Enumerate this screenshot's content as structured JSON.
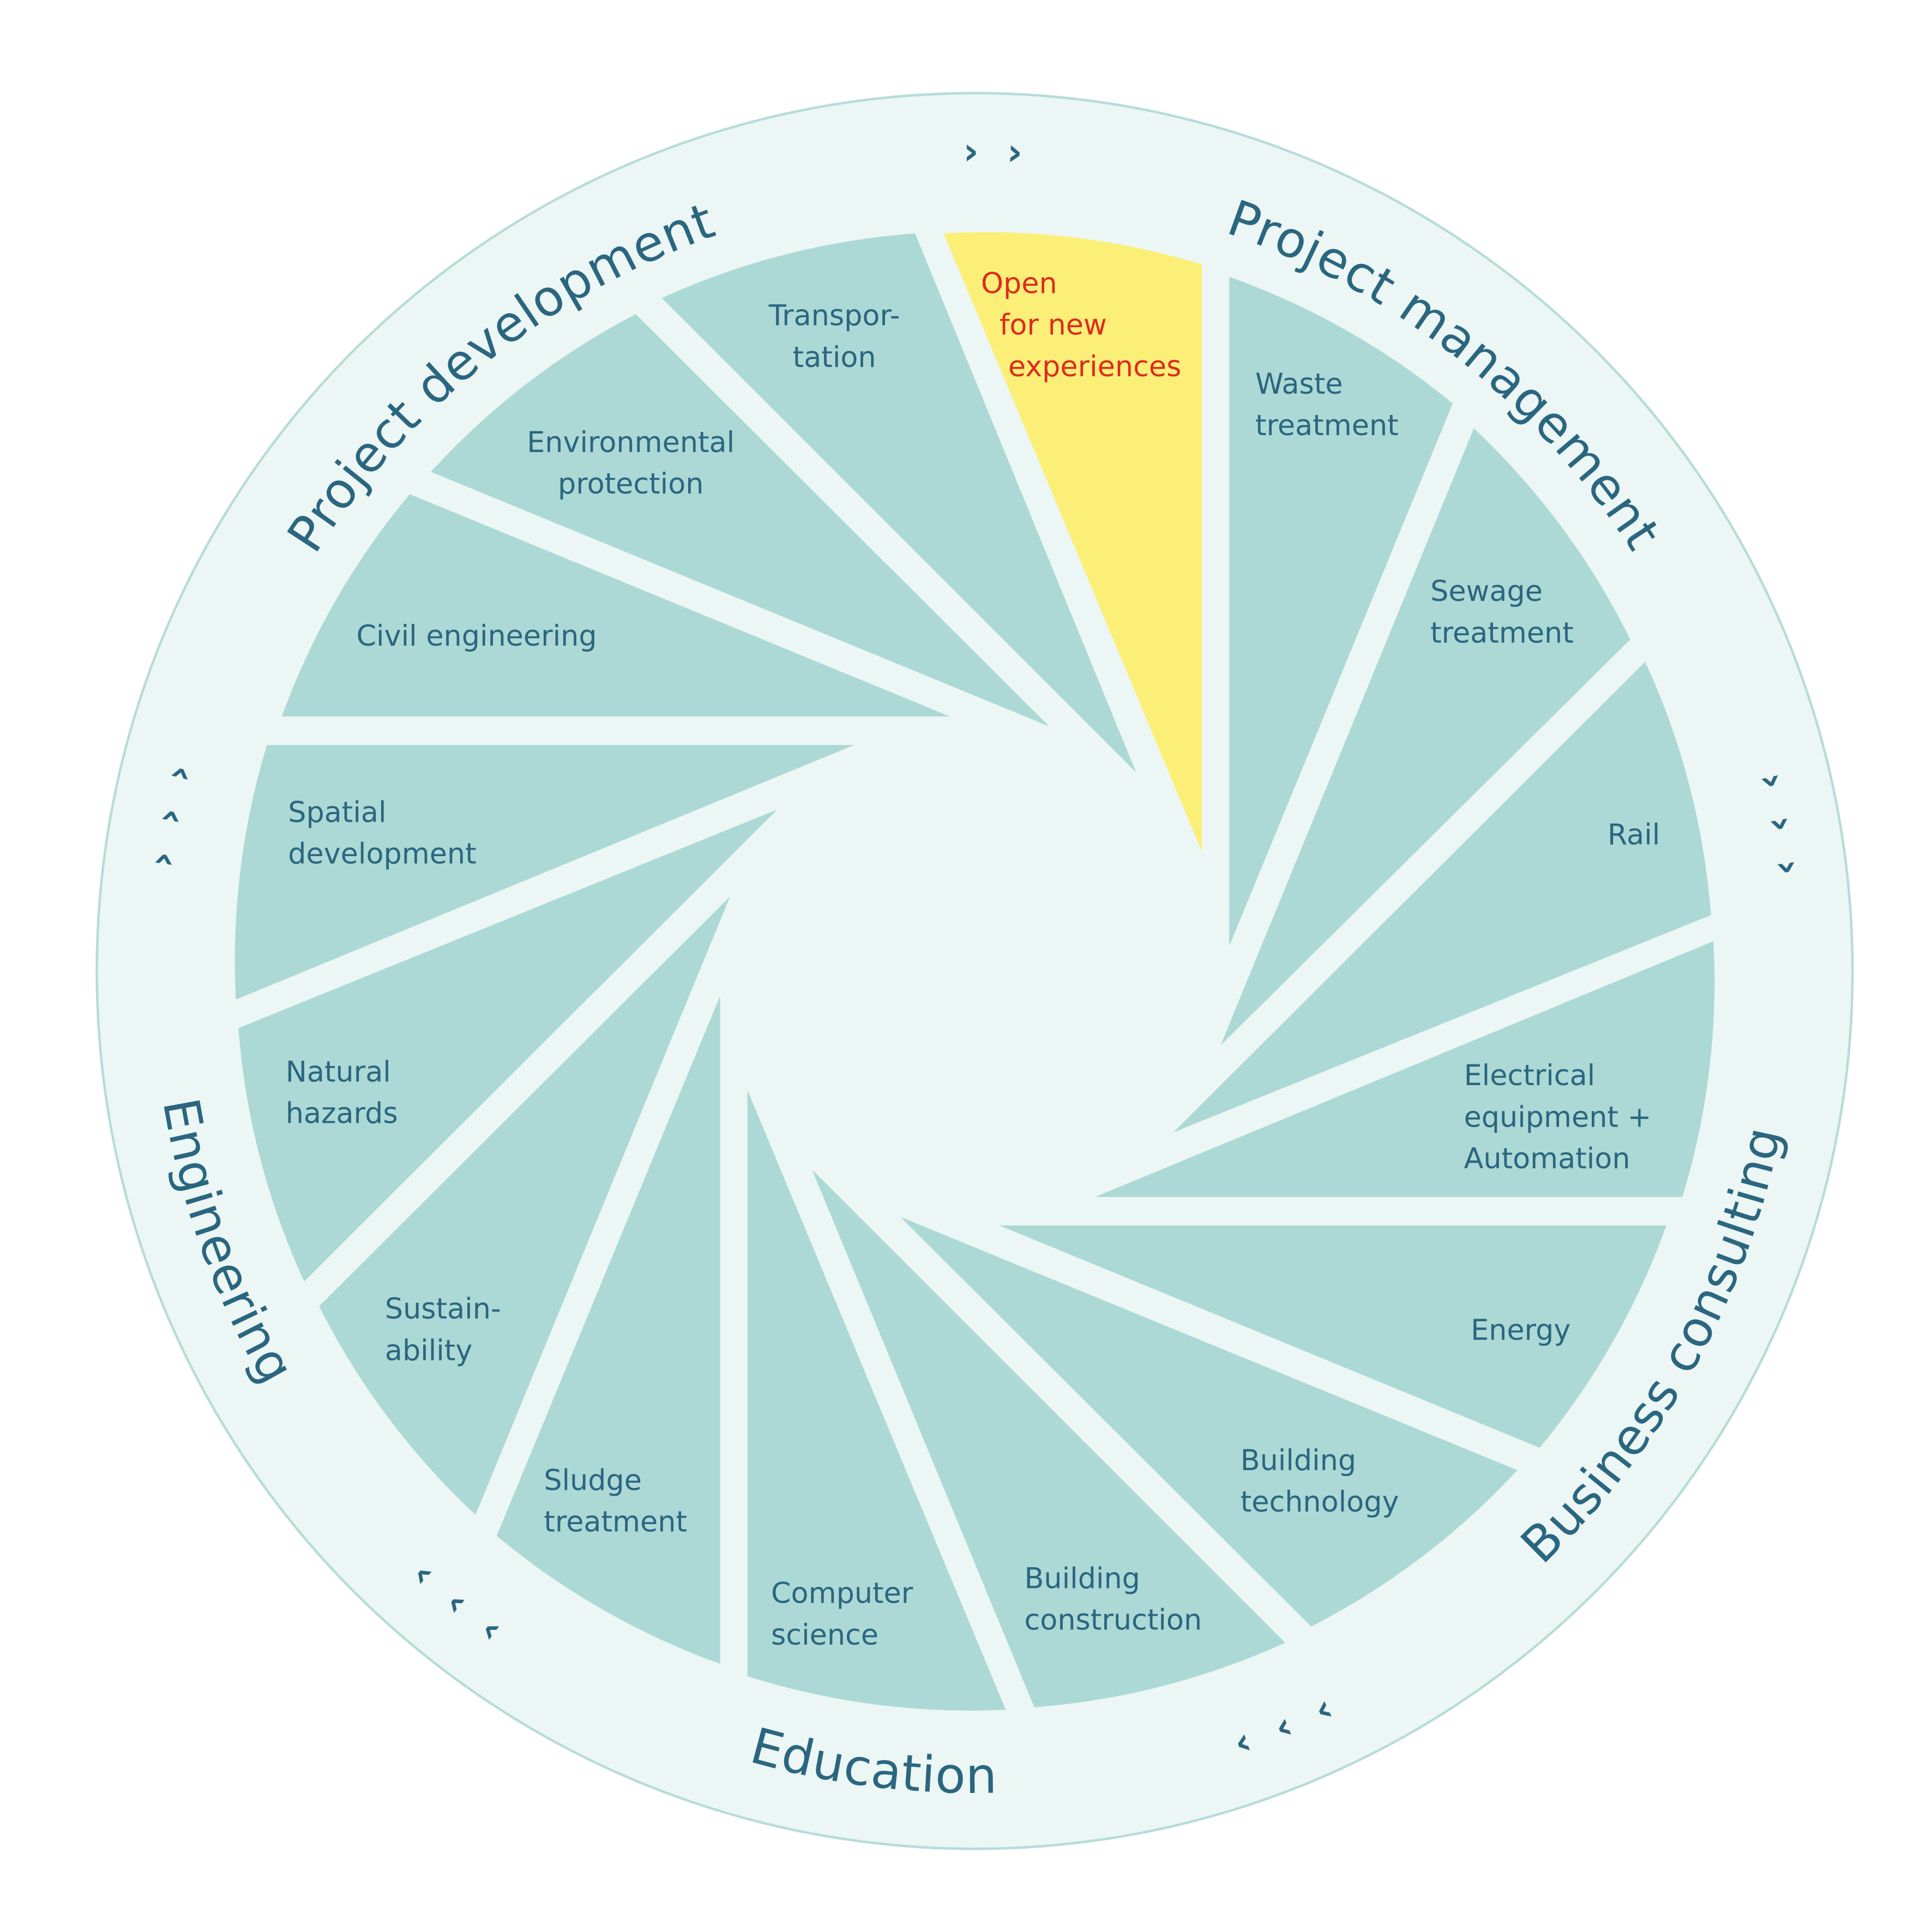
{
  "colors": {
    "background": "#ecf6f4",
    "ring_stroke": "#b7dcd8",
    "wedge": "#acd9d5",
    "highlight_wedge": "#fcef78",
    "text": "#2a6680",
    "highlight_text": "#dd2c1e"
  },
  "categories": [
    {
      "label": "Project development"
    },
    {
      "label": "Project management"
    },
    {
      "label": "Business consulting"
    },
    {
      "label": "Education"
    },
    {
      "label": "Engineering"
    }
  ],
  "direction_markers": [
    {
      "glyph": "› › ›",
      "icon": "chevrons-clockwise-icon"
    },
    {
      "glyph": "› › ›",
      "icon": "chevrons-clockwise-icon"
    },
    {
      "glyph": "› › ›",
      "icon": "chevrons-clockwise-icon"
    },
    {
      "glyph": "› › ›",
      "icon": "chevrons-clockwise-icon"
    },
    {
      "glyph": "› › ›",
      "icon": "chevrons-clockwise-icon"
    }
  ],
  "segments": [
    {
      "lines": [
        "Open",
        "for new",
        "experiences"
      ],
      "highlighted": true
    },
    {
      "lines": [
        "Waste",
        "treatment"
      ]
    },
    {
      "lines": [
        "Sewage",
        "treatment"
      ]
    },
    {
      "lines": [
        "Rail"
      ]
    },
    {
      "lines": [
        "Electrical",
        "equipment +",
        "Automation"
      ]
    },
    {
      "lines": [
        "Energy"
      ]
    },
    {
      "lines": [
        "Building",
        "technology"
      ]
    },
    {
      "lines": [
        "Building",
        "construction"
      ]
    },
    {
      "lines": [
        "Computer",
        "science"
      ]
    },
    {
      "lines": [
        "Sludge",
        "treatment"
      ]
    },
    {
      "lines": [
        "Sustain-",
        "ability"
      ]
    },
    {
      "lines": [
        "Natural",
        "hazards"
      ]
    },
    {
      "lines": [
        "Spatial",
        "development"
      ]
    },
    {
      "lines": [
        "Civil engineering"
      ]
    },
    {
      "lines": [
        "Environmental",
        "protection"
      ]
    },
    {
      "lines": [
        "Transpor-",
        "tation"
      ]
    }
  ]
}
